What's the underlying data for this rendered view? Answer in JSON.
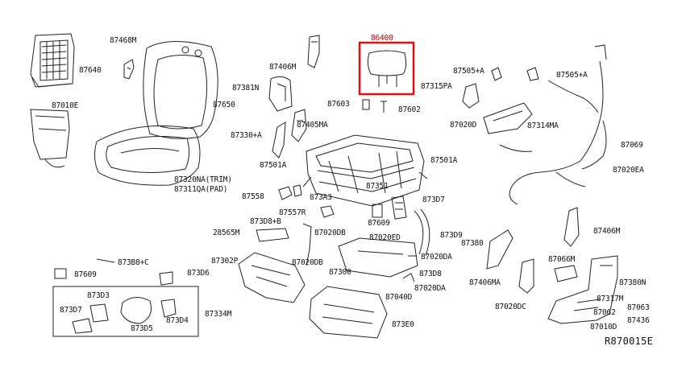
{
  "figure_code": "R870015E",
  "highlight_color": "#e01010",
  "labels": {
    "p87468M": "87468M",
    "p87640": "87640",
    "p87650": "87650",
    "p87010E": "87010E",
    "p87320NA": "87320NA(TRIM)",
    "p87311QA": "87311QA(PAD)",
    "p87406M_top": "87406M",
    "p87381N": "87381N",
    "p87330A": "87330+A",
    "p87405MA": "87405MA",
    "p87501A_left": "87501A",
    "p87558": "87558",
    "p87557R": "87557R",
    "p873A3": "873A3",
    "p87351": "87351",
    "p873D8B": "873D8+B",
    "p28565M": "28565M",
    "p87020DB_a": "87020DB",
    "p87020DB_b": "87020DB",
    "p86400": "86400",
    "p87603": "87603",
    "p87602": "87602",
    "p87501A_right": "87501A",
    "p873D7_mid": "873D7",
    "p87609_mid": "87609",
    "p87020ED": "87020ED",
    "p873D9": "873D9",
    "p87505A_1": "87505+A",
    "p87505A_2": "87505+A",
    "p87315PA": "87315PA",
    "p87020D": "87020D",
    "p87314MA": "87314MA",
    "p87069": "87069",
    "p87020EA": "87020EA",
    "p87406M_right": "87406M",
    "p87380": "87380",
    "p87066M": "87066M",
    "p87380N": "87380N",
    "p87406MA": "87406MA",
    "p87020DC": "87020DC",
    "p87317M": "87317M",
    "p87063": "87063",
    "p87062": "87062",
    "p87436": "87436",
    "p87010D": "87010D",
    "p873B8C": "873B8+C",
    "p87609_left": "87609",
    "p873D6": "873D6",
    "p87302P": "87302P",
    "p87300": "87300",
    "p87020DA_a": "87020DA",
    "p87020DA_b": "87020DA",
    "p873D8": "873D8",
    "p87040D": "87040D",
    "p873E0": "873E0",
    "p873D3": "873D3",
    "p873D7_box": "873D7",
    "p873D5": "873D5",
    "p873D4": "873D4",
    "p87334M": "87334M"
  }
}
